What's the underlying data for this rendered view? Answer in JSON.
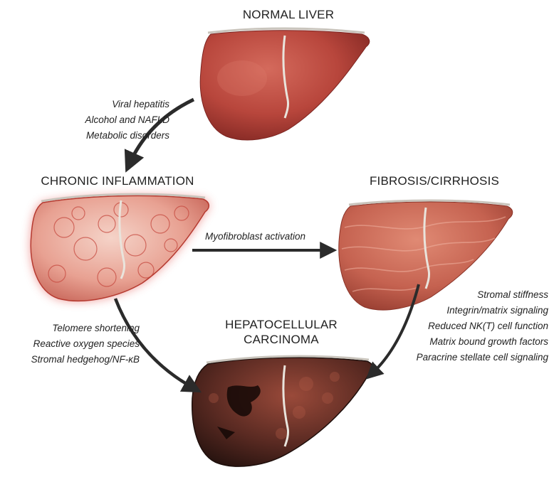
{
  "stages": {
    "normal": {
      "title": "NORMAL LIVER"
    },
    "inflammation": {
      "title": "CHRONIC INFLAMMATION"
    },
    "fibrosis": {
      "title": "FIBROSIS/CIRRHOSIS"
    },
    "hcc": {
      "title_line1": "HEPATOCELLULAR",
      "title_line2": "CARCINOMA"
    }
  },
  "transitions": {
    "normal_to_inflammation": [
      "Viral hepatitis",
      "Alcohol and NAFLD",
      "Metabolic disorders"
    ],
    "inflammation_to_fibrosis": [
      "Myofibroblast activation"
    ],
    "inflammation_to_hcc": [
      "Telomere shortening",
      "Reactive oxygen species",
      "Stromal hedgehog/NF-κB"
    ],
    "fibrosis_to_hcc": [
      "Stromal stiffness",
      "Integrin/matrix signaling",
      "Reduced NK(T) cell function",
      "Matrix bound growth factors",
      "Paracrine stellate cell signaling"
    ]
  },
  "colors": {
    "normal_liver": "#b8463c",
    "inflamed_liver": "#e8a192",
    "inflamed_glow": "#e0413a",
    "fibrotic_liver": "#c56250",
    "carcinoma_liver": "#5a2a22",
    "arrow": "#2b2b2b"
  }
}
